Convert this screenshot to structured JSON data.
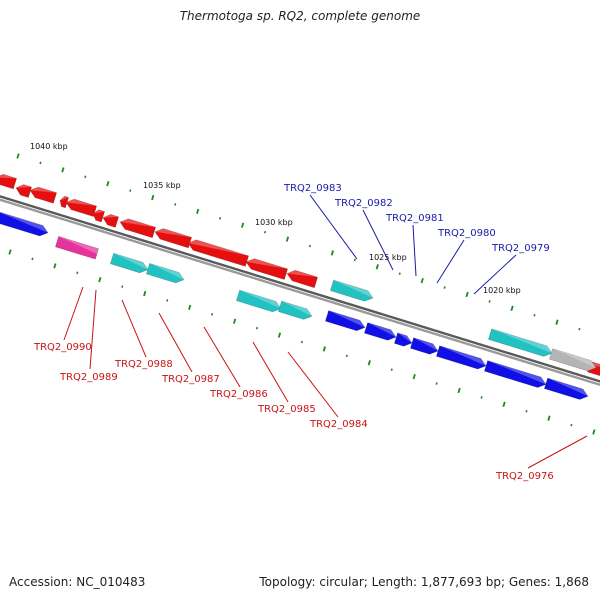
{
  "title": "Thermotoga sp. RQ2, complete genome",
  "accession": "Accession: NC_010483",
  "summary": "Topology: circular; Length: 1,877,693 bp; Genes: 1,868",
  "colors": {
    "backbone": "#777777",
    "tick": "#1a8a1a",
    "forward_label": "#1a1aa8",
    "reverse_label": "#c81414",
    "cds_forward": "#1010e6",
    "cds_reverse": "#e60f0f",
    "rna": "#22c2c2",
    "pseudo": "#e6329a",
    "other": "#b4b4b4"
  },
  "scale": {
    "tick_labels": [
      "1040 kbp",
      "1035 kbp",
      "1030 kbp",
      "1025 kbp",
      "1020 kbp"
    ]
  },
  "gene_labels_forward": [
    "TRQ2_0983",
    "TRQ2_0982",
    "TRQ2_0981",
    "TRQ2_0980",
    "TRQ2_0979"
  ],
  "gene_labels_reverse": [
    "TRQ2_0990",
    "TRQ2_0989",
    "TRQ2_0988",
    "TRQ2_0987",
    "TRQ2_0986",
    "TRQ2_0985",
    "TRQ2_0984",
    "TRQ2_0976"
  ]
}
